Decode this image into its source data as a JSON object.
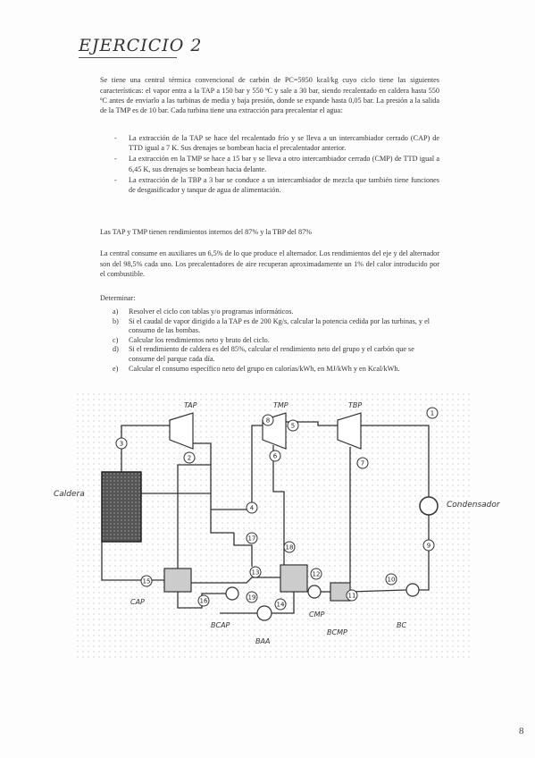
{
  "header": {
    "title": "EJERCICIO 2"
  },
  "intro": "Se tiene una central térmica convencional de carbón de PC=5950 kcal/kg cuyo ciclo tiene las siguientes características: el vapor entra a la TAP a 150 bar y 550 ºC y sale a 30 bar, siendo recalentado en caldera hasta 550 ºC antes de enviarlo a las turbinas de media y baja presión, donde se expande hasta 0,05 bar. La presión a la salida de la TMP es de 10 bar. Cada turbina tiene una extracción para precalentar el agua:",
  "bullets": [
    "La extracción de la TAP se hace del recalentado frío y se lleva a un intercambiador cerrado (CAP) de TTD igual a 7 K. Sus drenajes se bombean hacia el precalentador anterior.",
    "La extracción en la TMP se hace a 15 bar y se lleva a otro intercambiador cerrado (CMP) de TTD igual a 6,45 K, sus drenajes se bombean hacia delante.",
    "La extracción de la TBP a 3 bar se conduce a un intercambiador de mezcla que también tiene funciones de desgasificador y tanque de agua de alimentación."
  ],
  "efficiency_text": "Las TAP y TMP tienen rendimientos internos del 87% y la TBP del 87%",
  "losses_text": "La central consume en auxiliares un 6,5% de lo que produce el alternador. Los rendimientos del eje y del alternador son del 98,5% cada uno. Los precalentadores de aire recuperan aproximadamente un 1% del calor introducido por el combustible.",
  "question_heading": "Determinar:",
  "tasks": [
    {
      "label": "a)",
      "text": "Resolver el ciclo con tablas y/o programas informáticos."
    },
    {
      "label": "b)",
      "text": "Si el caudal de vapor dirigido a la TAP es de 200 Kg/s, calcular la potencia cedida por las turbinas, y el consumo de las bombas."
    },
    {
      "label": "c)",
      "text": "Calcular los rendimientos neto y bruto del ciclo."
    },
    {
      "label": "d)",
      "text": "Si el rendimiento de caldera es del 85%, calcular el rendimiento neto del grupo y el carbón que se consume del parque cada día."
    },
    {
      "label": "e)",
      "text": "Calcular el consumo específico neto del grupo en calorías/kWh, en MJ/kWh y en Kcal/kWh."
    }
  ],
  "diagram": {
    "labels": {
      "tap": "TAP",
      "tmp": "TMP",
      "tbp": "TBP",
      "boiler": "Caldera",
      "condenser": "Condensador",
      "cap": "CAP",
      "cmp": "CMP",
      "pump_alim": "BAA",
      "pump_cap": "BCAP",
      "pump_cmp": "BCMP",
      "pump_cond": "BC"
    },
    "nodes": [
      "1",
      "2",
      "3",
      "4",
      "5",
      "6",
      "7",
      "8",
      "9",
      "10",
      "11",
      "12",
      "13",
      "14",
      "15",
      "16",
      "17",
      "18",
      "19"
    ]
  },
  "page_number": "8"
}
